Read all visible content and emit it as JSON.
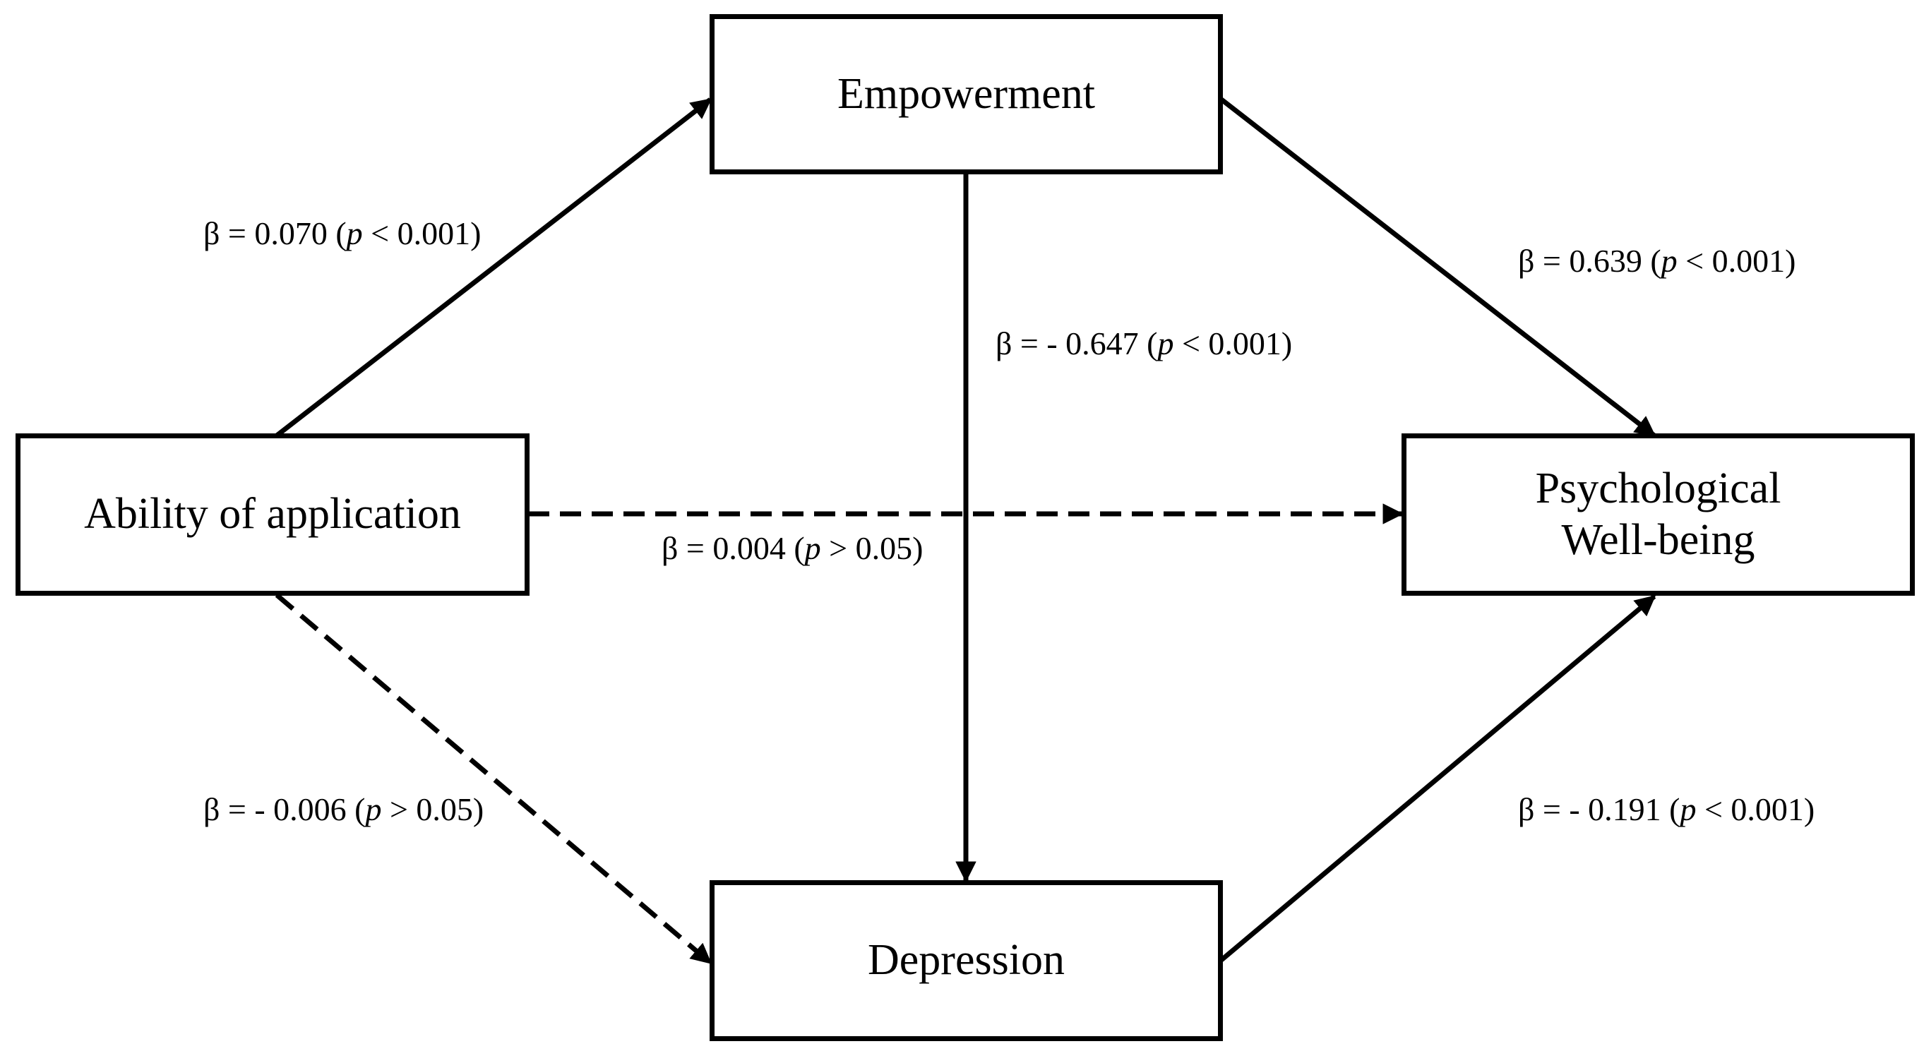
{
  "nodes": {
    "empowerment": "Empowerment",
    "ability": "Ability of application",
    "wellbeing": "Psychological\nWell-being",
    "depression": "Depression"
  },
  "paths": {
    "ability_empowerment": {
      "pre": "β = 0.070 (",
      "p": "p",
      "post": " < 0.001)",
      "style": "solid"
    },
    "empowerment_wellbeing": {
      "pre": "β = 0.639 (",
      "p": "p",
      "post": " < 0.001)",
      "style": "solid"
    },
    "empowerment_depression": {
      "pre": "β = - 0.647 (",
      "p": "p",
      "post": " < 0.001)",
      "style": "solid"
    },
    "ability_wellbeing": {
      "pre": "β = 0.004 (",
      "p": "p",
      "post": " > 0.05)",
      "style": "dashed"
    },
    "ability_depression": {
      "pre": "β = - 0.006 (",
      "p": "p",
      "post": " > 0.05)",
      "style": "dashed"
    },
    "depression_wellbeing": {
      "pre": "β = - 0.191 (",
      "p": "p",
      "post": " < 0.001)",
      "style": "solid"
    }
  }
}
